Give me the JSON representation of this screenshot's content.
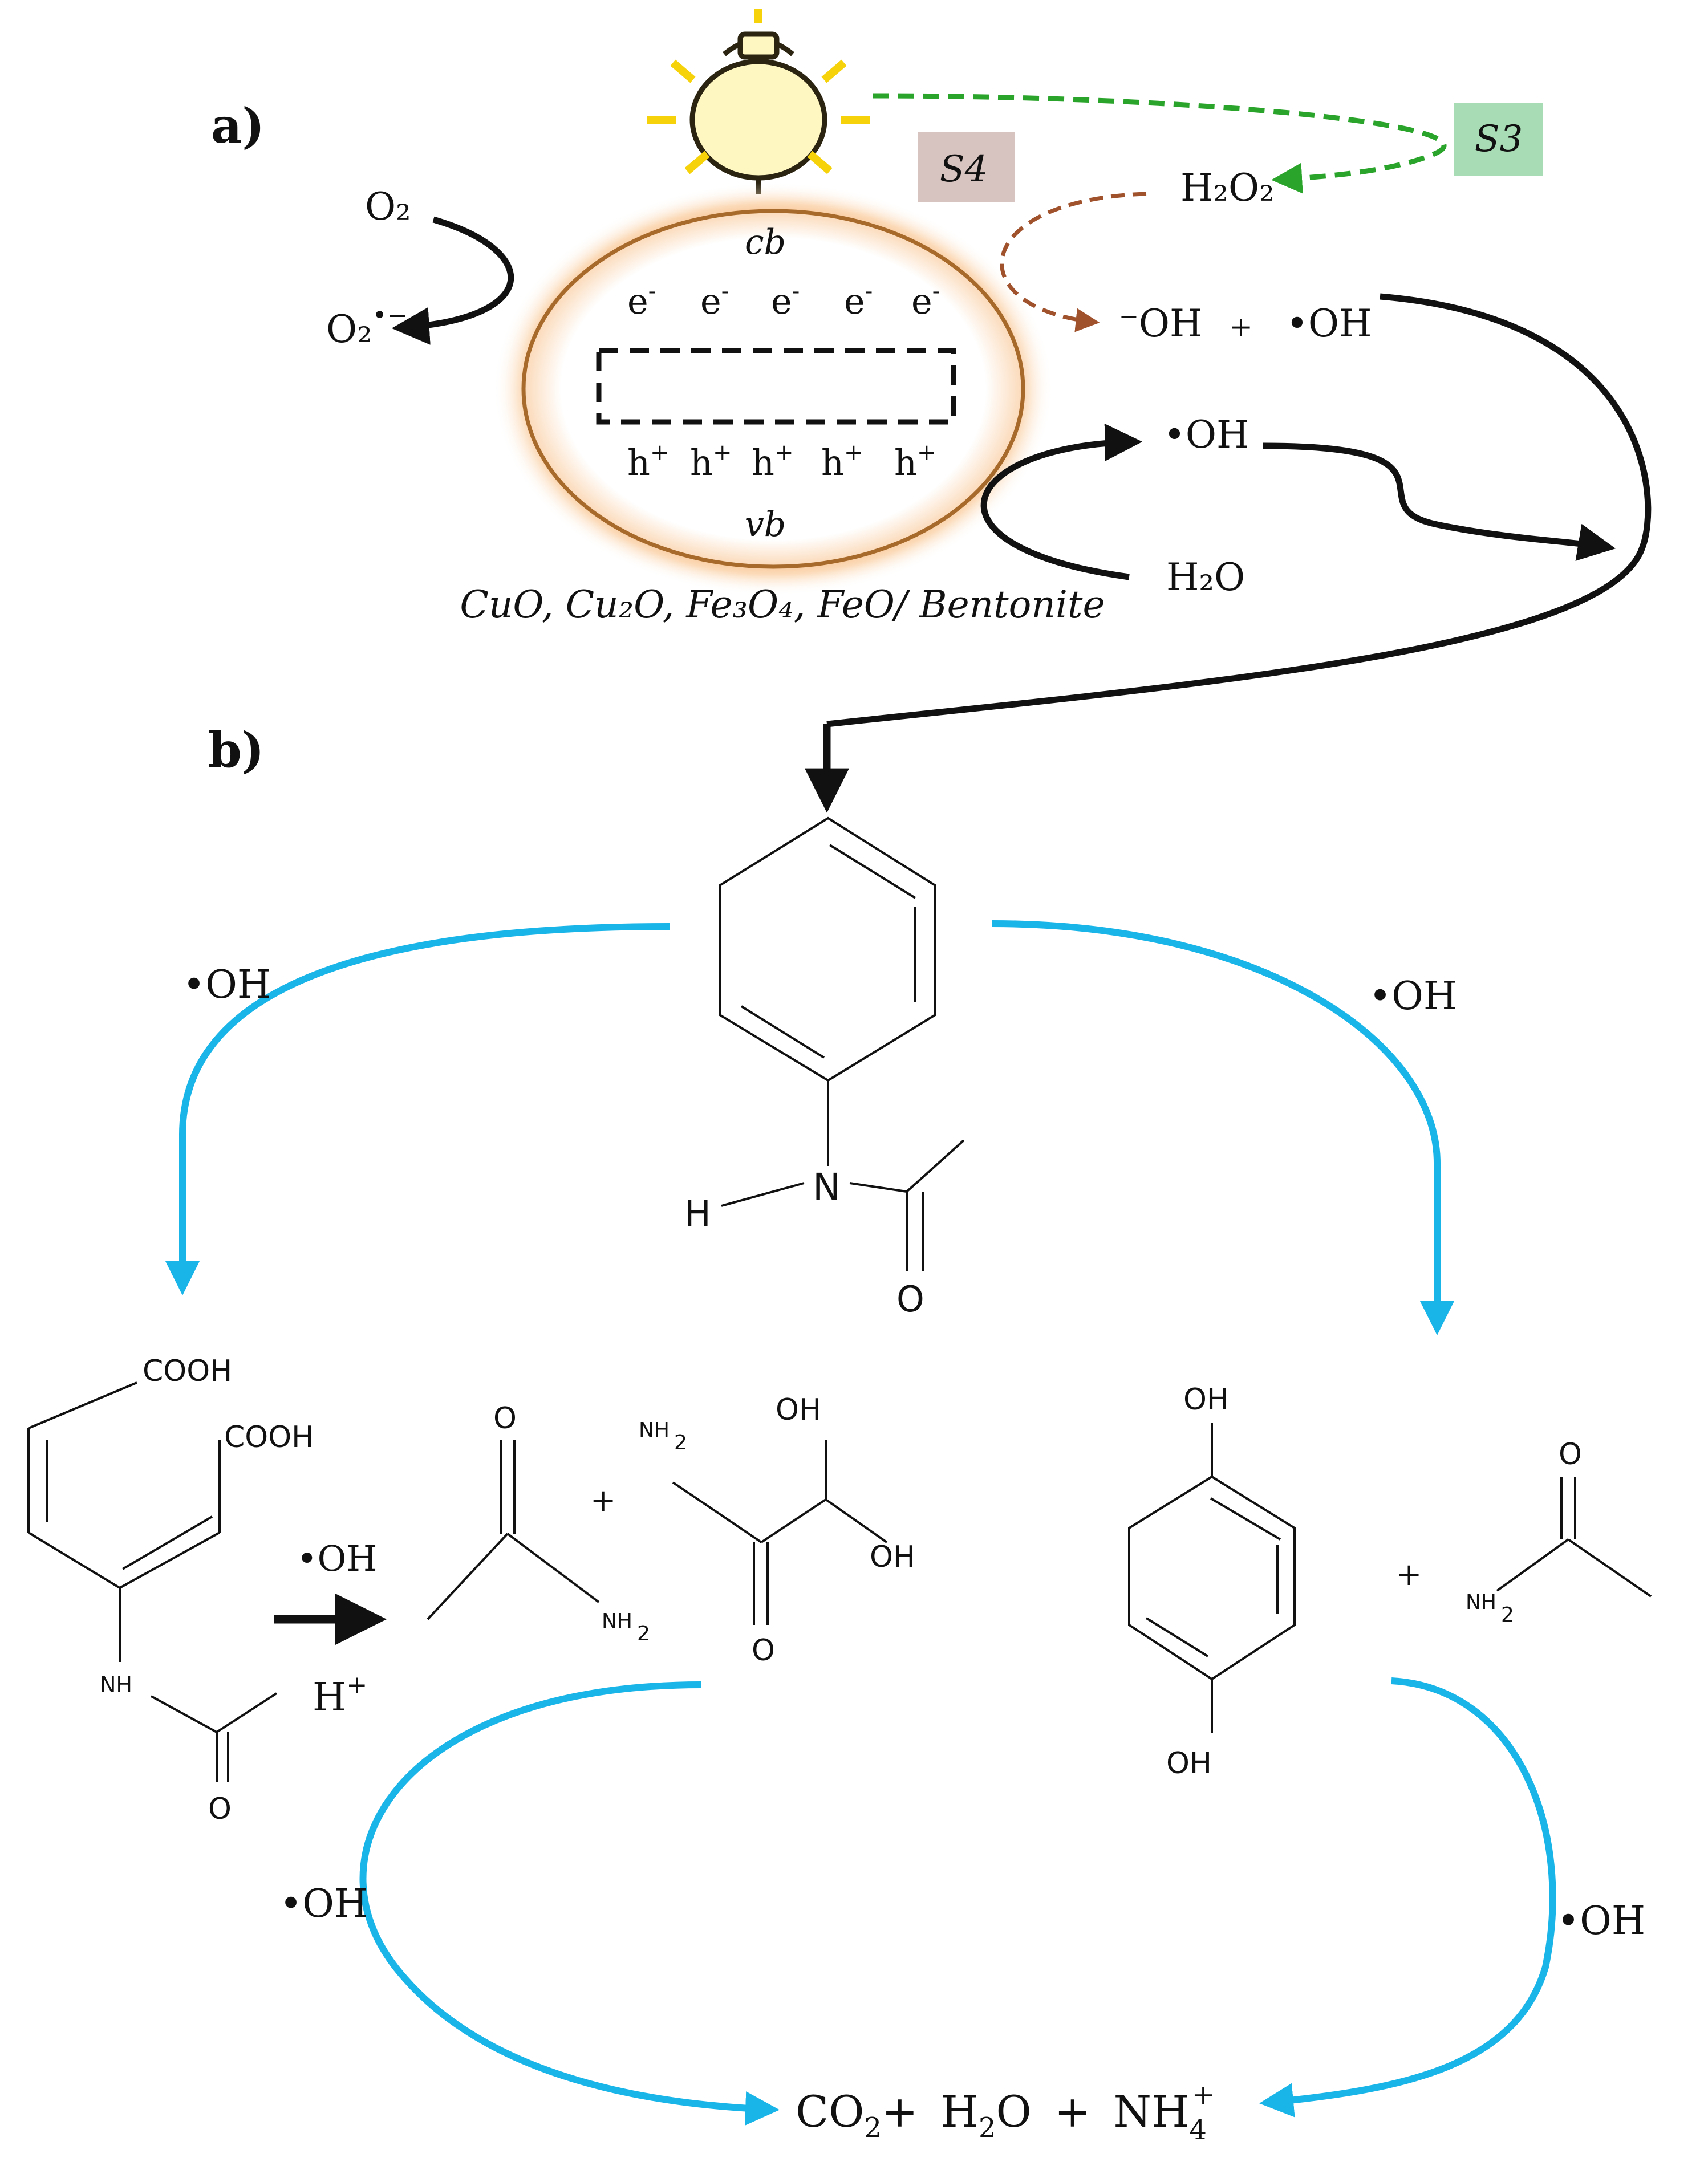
{
  "panel_labels": {
    "a": "a)",
    "b": "b)"
  },
  "tags": {
    "s3": "S3",
    "s4": "S4"
  },
  "catalyst": {
    "cb": "cb",
    "vb": "vb",
    "electron": "e",
    "electron_sup": "-",
    "hole": "h",
    "hole_sup": "+",
    "name": "CuO, Cu₂O, Fe₃O₄, FeO/ Bentonite"
  },
  "species": {
    "o2": "O₂",
    "o2_rad_base": "O₂",
    "o2_rad_sup": "•−",
    "h2o2": "H₂O₂",
    "oh_anion": "⁻OH",
    "plus": "+",
    "oh_rad": "•OH",
    "h2o": "H₂O"
  },
  "reagents": {
    "oh_left": "•OH",
    "oh_right": "•OH",
    "oh_mid": "•OH",
    "h_plus": "H",
    "h_plus_sup": "+",
    "oh_bottom_left": "•OH",
    "oh_bottom_right": "•OH"
  },
  "molecules": {
    "paracetamol": {
      "N": "N",
      "H": "H",
      "O": "O"
    },
    "dicarboxylic": {
      "cooh1": "COOH",
      "cooh2": "COOH",
      "NH": "NH",
      "O": "O"
    },
    "acetamide_a": {
      "O": "O",
      "NH": "NH",
      "sub": "2"
    },
    "plus_mid": "+",
    "oxamic": {
      "NH": "NH",
      "sub": "2",
      "OH1": "OH",
      "OH2": "OH",
      "O": "O"
    },
    "hydroquinone": {
      "OH_top": "OH",
      "OH_bottom": "OH"
    },
    "plus_right": "+",
    "acetamide_b": {
      "O": "O",
      "NH": "NH",
      "sub": "2"
    }
  },
  "products": {
    "co2": "CO",
    "co2_sub": "2",
    "plus1": "+",
    "h2o_h": "H",
    "h2o_sub": "2",
    "h2o_o": "O",
    "plus2": "+",
    "nh4": "NH",
    "nh4_sub": "4",
    "nh4_sup": "+"
  },
  "colors": {
    "orange_glow": "#f6a560",
    "catalyst_ring": "#a86a2a",
    "bulb": "#f5d20a",
    "green_dash": "#2aa42a",
    "brown_dash": "#a0522d",
    "blue": "#19b4e8",
    "s3_fill": "#a8dcb4",
    "s4_fill": "#d7c4c0"
  }
}
